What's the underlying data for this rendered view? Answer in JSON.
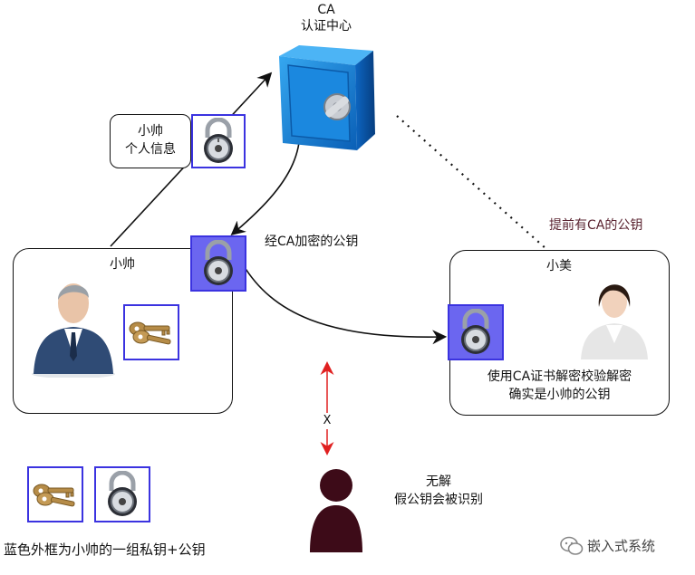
{
  "ca": {
    "title": "CA",
    "subtitle": "认证中心"
  },
  "xiaoshuai": {
    "box_label": "小帅",
    "info_line1": "小帅",
    "info_line2": "个人信息"
  },
  "xiaomei": {
    "box_label": "小美",
    "caption_line1": "使用CA证书解密校验解密",
    "caption_line2": "确实是小帅的公钥"
  },
  "arrows": {
    "encrypted_key_label": "经CA加密的公钥",
    "pre_have_label": "提前有CA的公钥",
    "blocked_marker": "X"
  },
  "attacker": {
    "line1": "无解",
    "line2": "假公钥会被识别"
  },
  "legend": {
    "text": "蓝色外框为小帅的一组私钥+公钥"
  },
  "watermark": {
    "text": "嵌入式系统"
  },
  "colors": {
    "frame_blue": "#3b33e0",
    "pre_have_text": "#5a2330",
    "attacker": "#3d0b18",
    "block_arrow": "#e02020"
  }
}
